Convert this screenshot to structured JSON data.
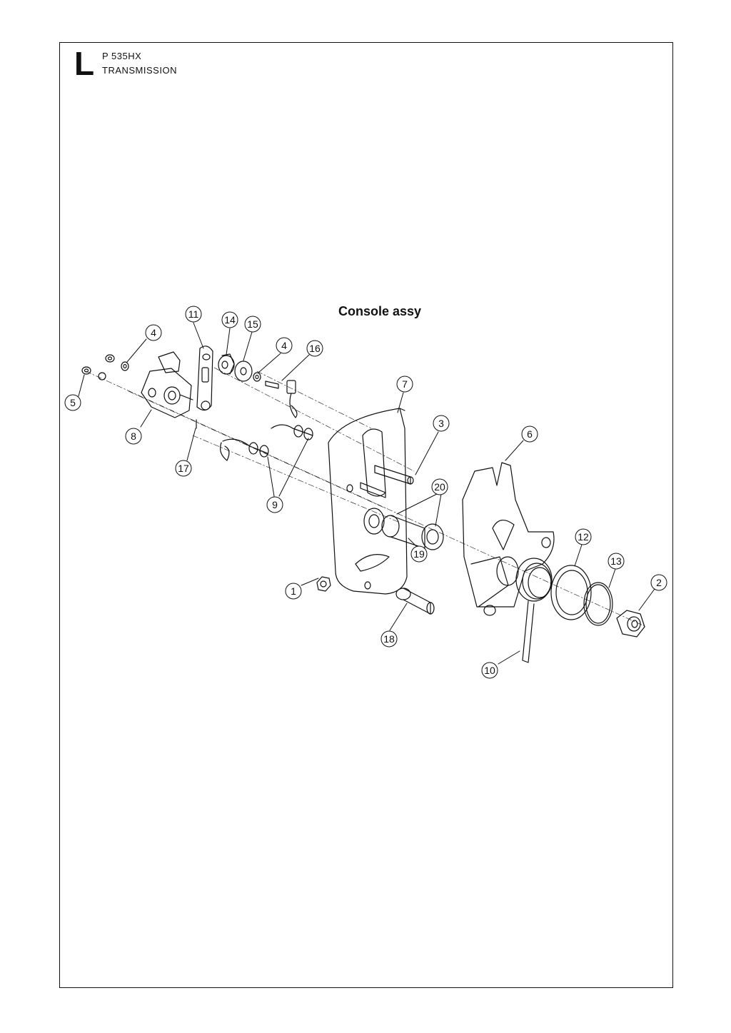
{
  "header": {
    "section_letter": "L",
    "model": "P 535HX",
    "section_title": "TRANSMISSION"
  },
  "assembly_title": "Console assy",
  "callouts": [
    {
      "id": "c1",
      "label": "1"
    },
    {
      "id": "c2",
      "label": "2"
    },
    {
      "id": "c3",
      "label": "3"
    },
    {
      "id": "c4a",
      "label": "4"
    },
    {
      "id": "c4b",
      "label": "4"
    },
    {
      "id": "c5",
      "label": "5"
    },
    {
      "id": "c6",
      "label": "6"
    },
    {
      "id": "c7",
      "label": "7"
    },
    {
      "id": "c8",
      "label": "8"
    },
    {
      "id": "c9",
      "label": "9"
    },
    {
      "id": "c10",
      "label": "10"
    },
    {
      "id": "c11",
      "label": "11"
    },
    {
      "id": "c12",
      "label": "12"
    },
    {
      "id": "c13",
      "label": "13"
    },
    {
      "id": "c14",
      "label": "14"
    },
    {
      "id": "c15",
      "label": "15"
    },
    {
      "id": "c16",
      "label": "16"
    },
    {
      "id": "c17",
      "label": "17"
    },
    {
      "id": "c18",
      "label": "18"
    },
    {
      "id": "c19",
      "label": "19"
    },
    {
      "id": "c20",
      "label": "20"
    }
  ]
}
